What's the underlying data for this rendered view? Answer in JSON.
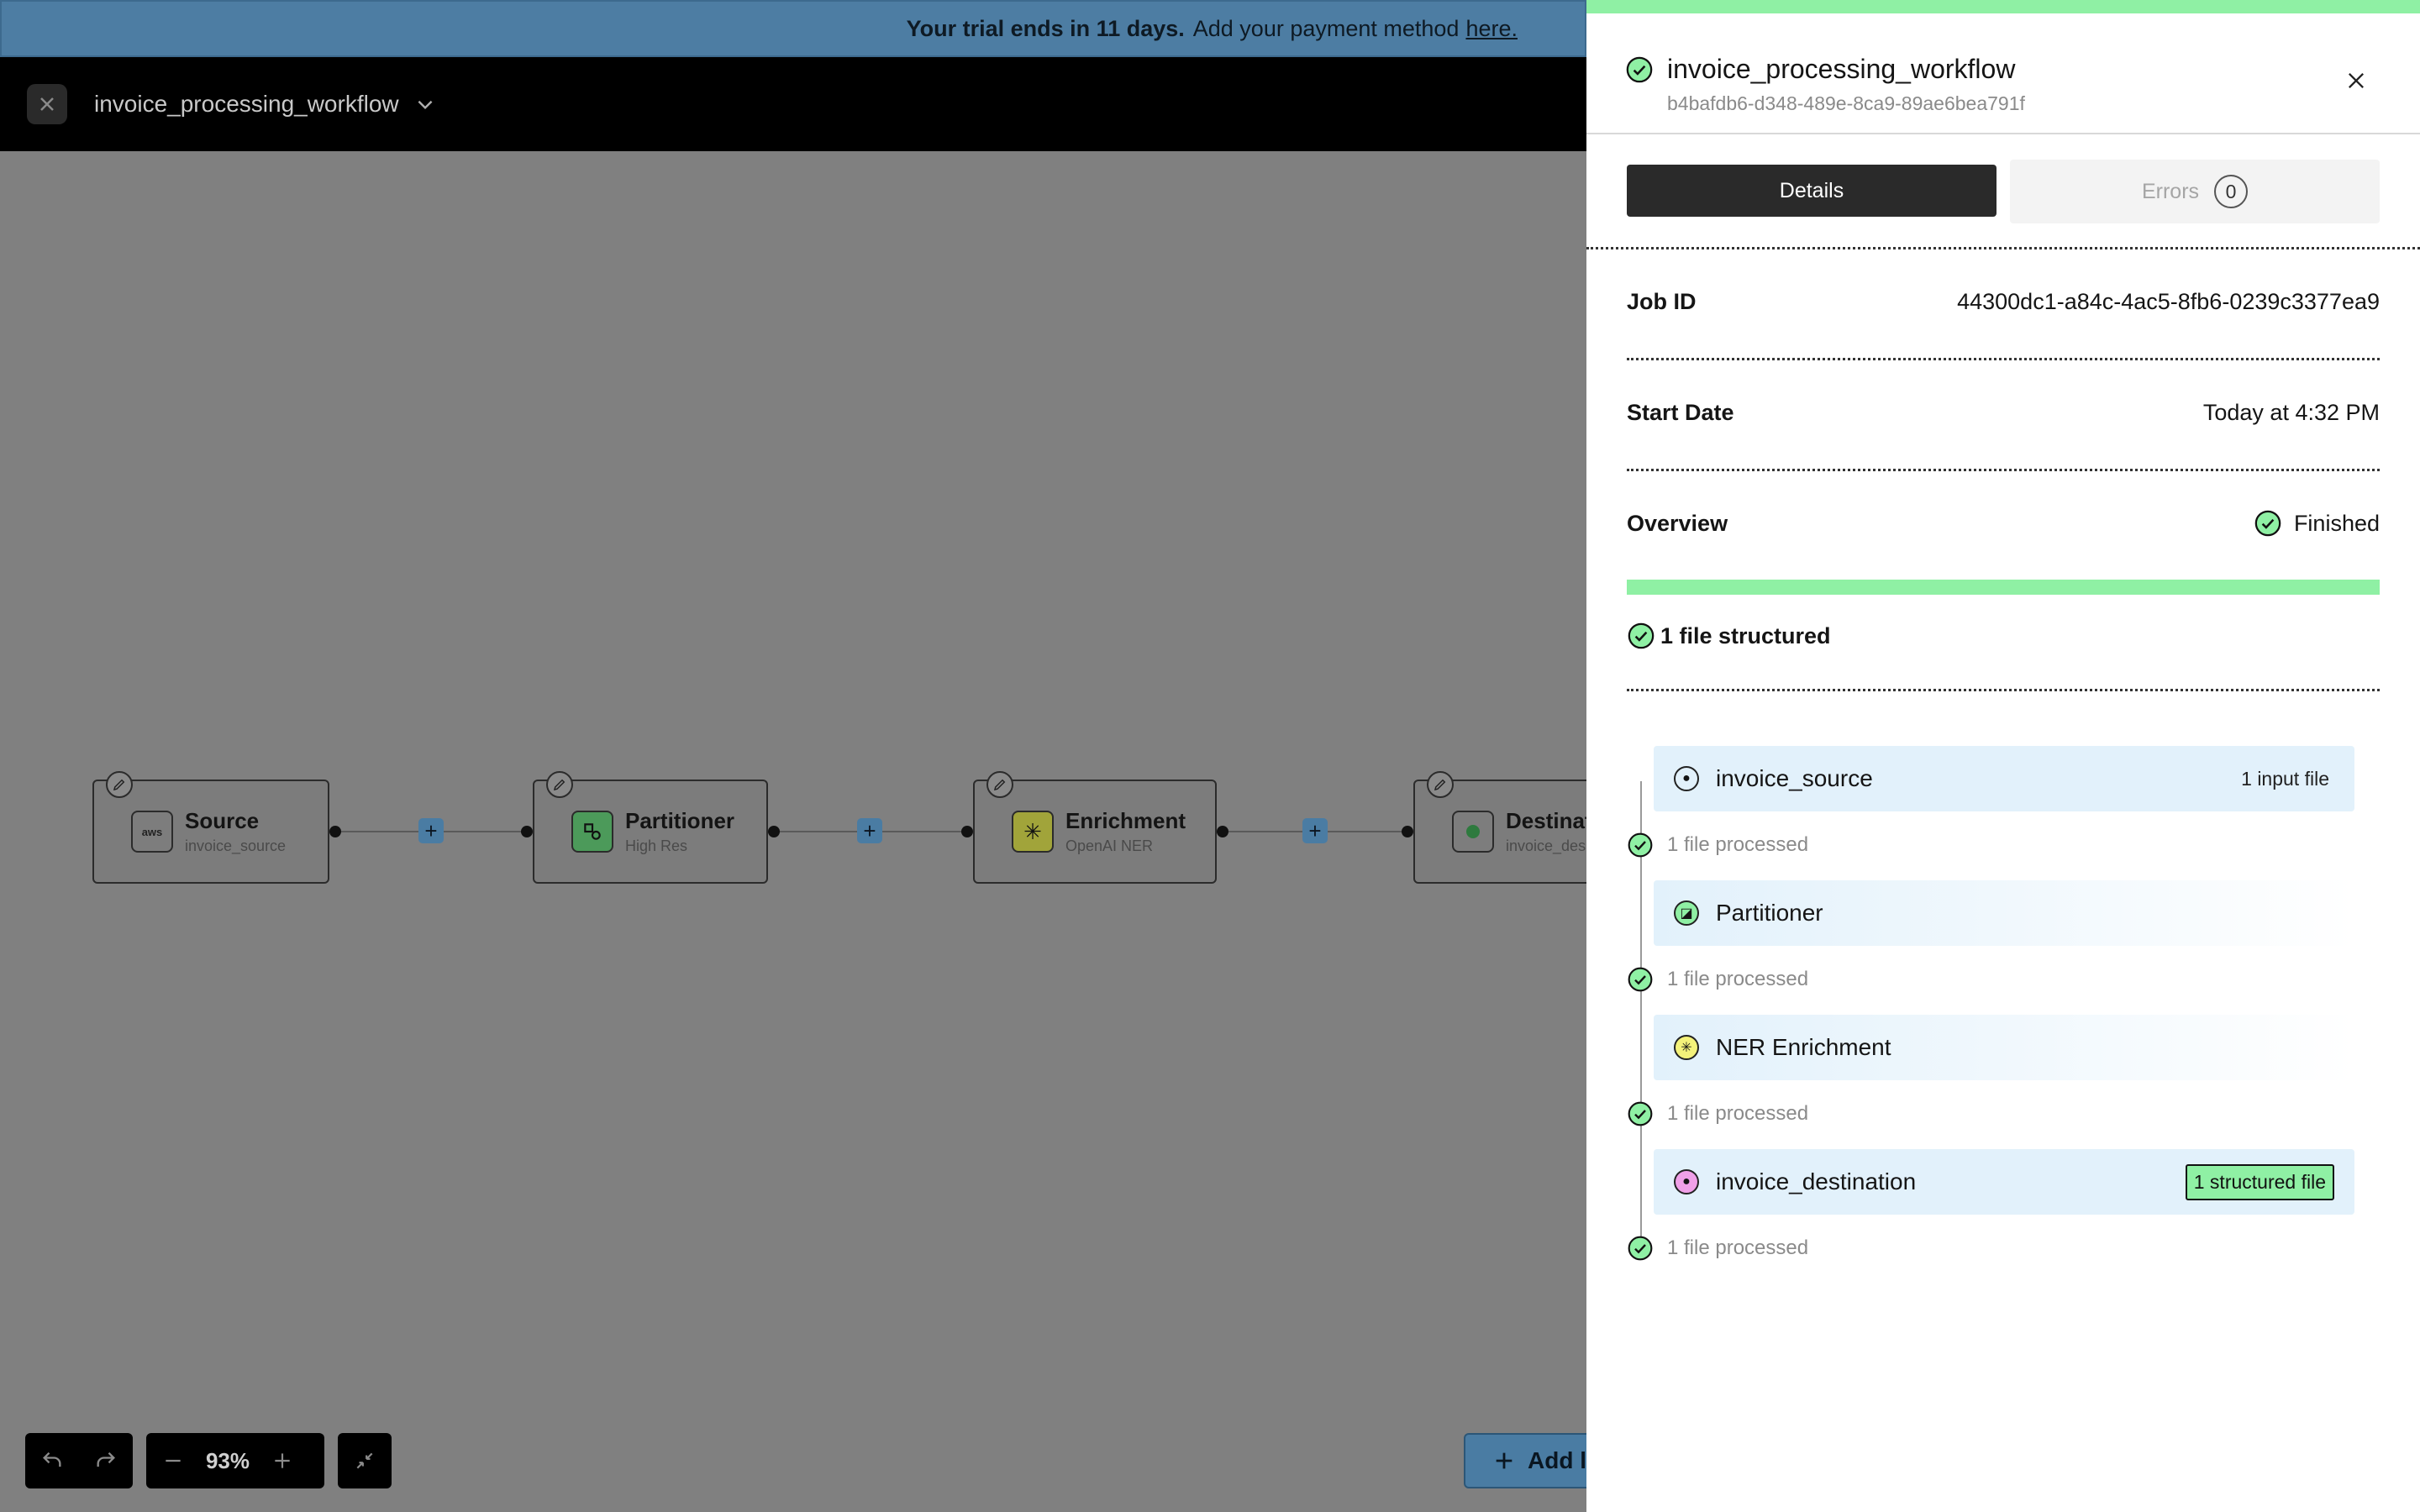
{
  "banner": {
    "bold": "Your trial ends in 11 days.",
    "text": "Add your payment method",
    "link": "here."
  },
  "topbar": {
    "workflow_name": "invoice_processing_workflow"
  },
  "nodes": [
    {
      "title": "Source",
      "subtitle": "invoice_source",
      "icon": "aws-icon",
      "icon_bg": "#7d7d7d"
    },
    {
      "title": "Partitioner",
      "subtitle": "High Res",
      "icon": "partitioner-icon",
      "icon_bg": "#4c9a5a"
    },
    {
      "title": "Enrichment",
      "subtitle": "OpenAI NER",
      "icon": "sparkle-icon",
      "icon_bg": "#a1a43a"
    },
    {
      "title": "Destinat",
      "subtitle": "invoice_des",
      "icon": "destination-icon",
      "icon_bg": "#7d7d7d"
    }
  ],
  "controls": {
    "zoom": "93%",
    "add_label": "Add l"
  },
  "panel": {
    "title": "invoice_processing_workflow",
    "workflow_id": "b4bafdb6-d348-489e-8ca9-89ae6bea791f",
    "tabs": {
      "details": "Details",
      "errors": "Errors",
      "errors_count": "0"
    },
    "job_id_label": "Job ID",
    "job_id": "44300dc1-a84c-4ac5-8fb6-0239c3377ea9",
    "start_date_label": "Start Date",
    "start_date": "Today at 4:32 PM",
    "overview_label": "Overview",
    "overview_status": "Finished",
    "progress": 1.0,
    "structured_text": "1 file structured",
    "steps": [
      {
        "name": "invoice_source",
        "right": "1 input file",
        "processed": "1 file processed"
      },
      {
        "name": "Partitioner",
        "right": "",
        "processed": "1 file processed"
      },
      {
        "name": "NER Enrichment",
        "right": "",
        "processed": "1 file processed"
      },
      {
        "name": "invoice_destination",
        "right": "1 structured file",
        "processed": "1 file processed"
      }
    ]
  },
  "colors": {
    "accent_green": "#8ff0a4",
    "step_bg": "#e2f1fb",
    "banner_blue": "#4d7da3"
  }
}
